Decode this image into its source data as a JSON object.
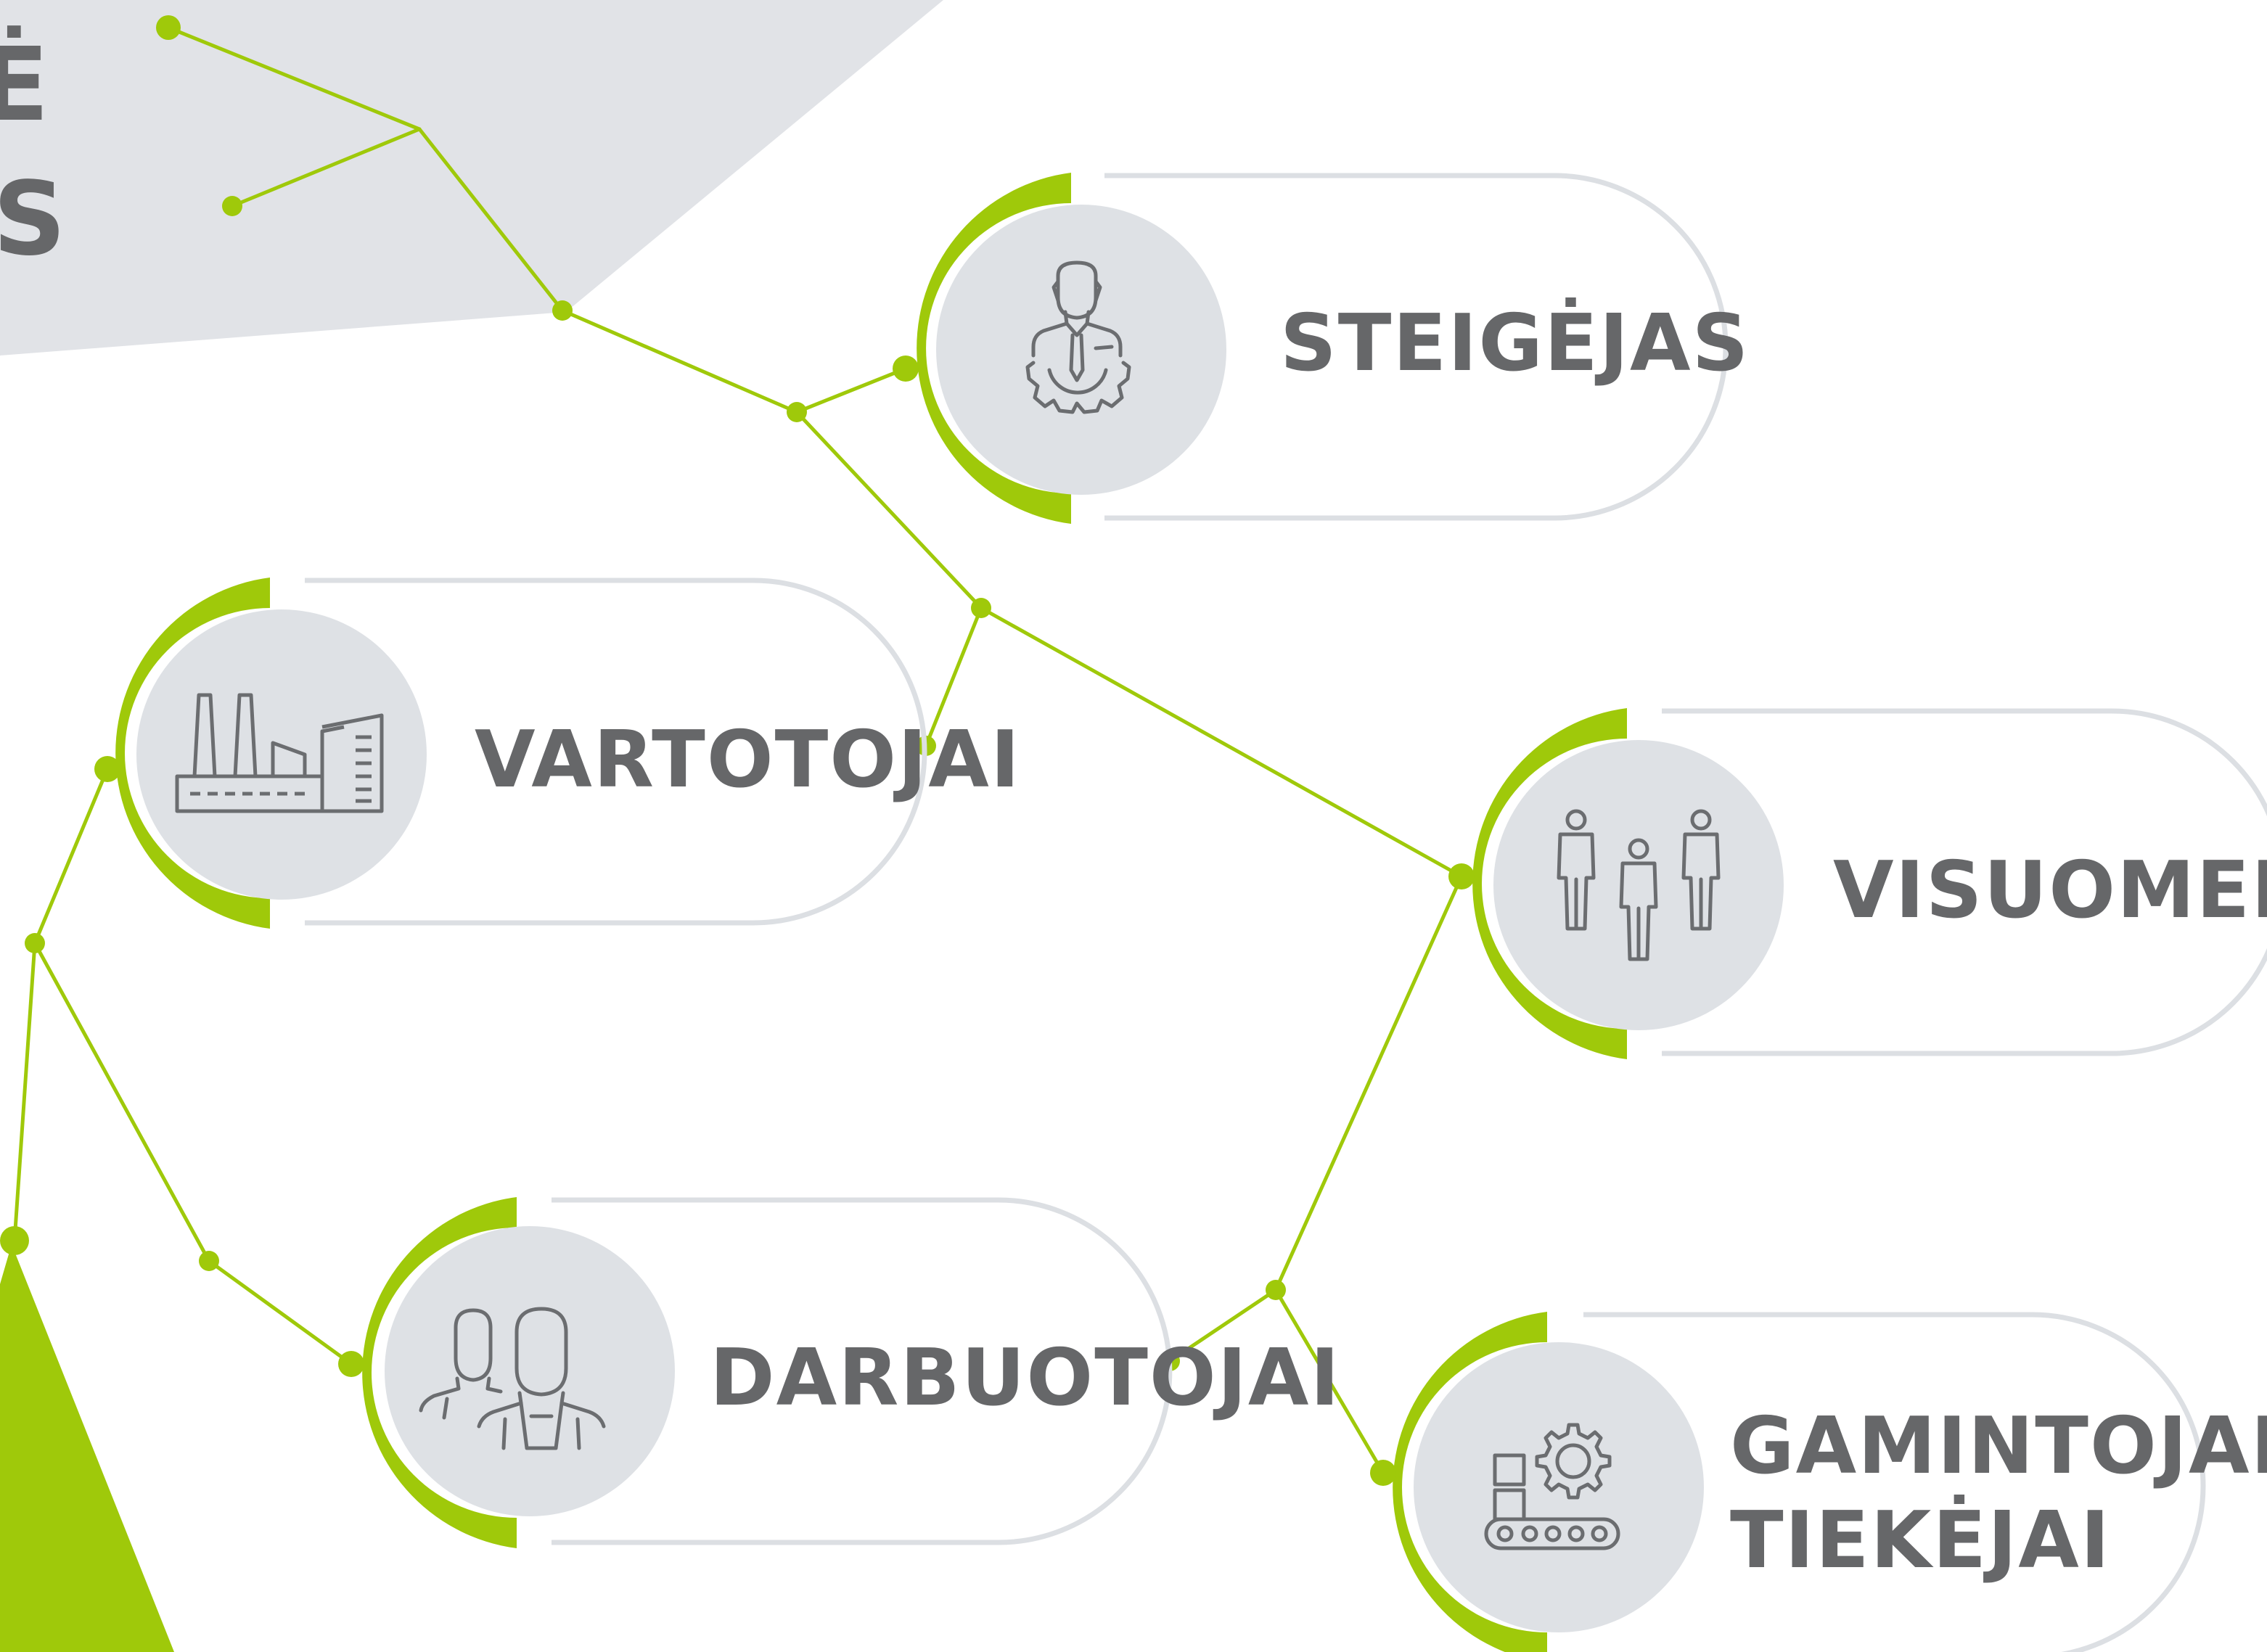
{
  "colors": {
    "accent": "#9fc90a",
    "circle_fill": "#dee1e5",
    "pill_outline": "#dcdfe3",
    "icon_stroke": "#6b6d70",
    "text": "#666769",
    "grey_shape": "#e1e3e7"
  },
  "corner_title_fragments": [
    "Ė",
    "IS"
  ],
  "nodes": [
    {
      "id": "steigejas",
      "label_lines": [
        "STEIGĖJAS"
      ],
      "icon": "businessman-gear-icon"
    },
    {
      "id": "vartotojai",
      "label_lines": [
        "VARTOTOJAI"
      ],
      "icon": "factory-icon"
    },
    {
      "id": "visuomene",
      "label_lines": [
        "VISUOMENĖ"
      ],
      "icon": "people-group-icon"
    },
    {
      "id": "darbuotojai",
      "label_lines": [
        "DARBUOTOJAI"
      ],
      "icon": "workers-icon"
    },
    {
      "id": "gamintojai",
      "label_lines": [
        "GAMINTOJAI/",
        "TIEKĖJAI"
      ],
      "icon": "conveyor-gear-icon"
    }
  ]
}
